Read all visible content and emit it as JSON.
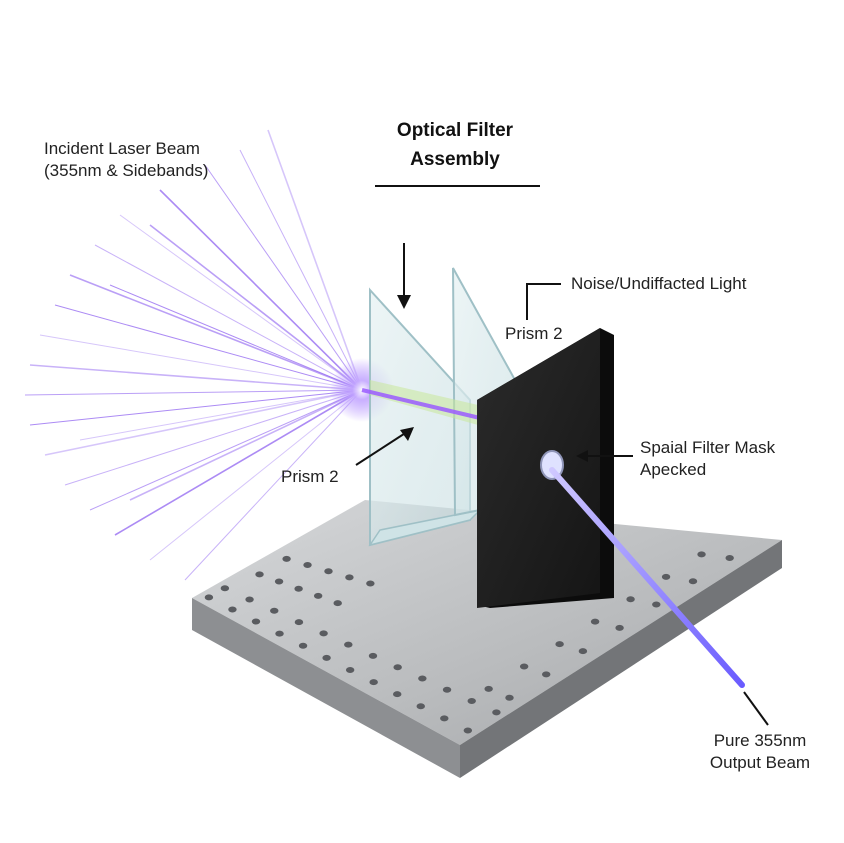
{
  "title": {
    "line1": "Optical Filter",
    "line2": "Assembly"
  },
  "labels": {
    "incident_line1": "Incident Laser Beam",
    "incident_line2": "(355nm & Sidebands)",
    "noise": "Noise/Undiffacted Light",
    "prism_upper": "Prism 2",
    "prism_lower": "Prism 2",
    "mask_line1": "Spaial Filter Mask",
    "mask_line2": "Apecked",
    "output_line1": "Pure 355nm",
    "output_line2": "Output Beam"
  },
  "colors": {
    "beam_violet": "#8a5cf0",
    "output_beam": "#7a6cff",
    "mask": "#1e1e1e",
    "breadboard": "#a9abad",
    "glass": "#cfe3e6"
  }
}
